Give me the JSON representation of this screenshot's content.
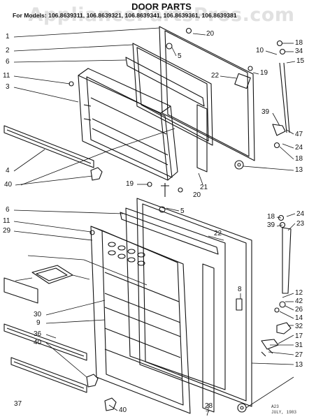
{
  "watermark": "AppliancePartsPros.com",
  "title": "DOOR PARTS",
  "models_line": "For Models: 106.8639311, 106.8639321, 106.8639341, 106.8639361, 106.8639381",
  "figure_number": "",
  "callouts": {
    "c1": "1",
    "c2": "2",
    "c6a": "6",
    "c11a": "11",
    "c3": "3",
    "c4": "4",
    "c40a": "40",
    "c20a": "20",
    "c5a": "5",
    "c22a": "22",
    "c19a": "19",
    "c18a": "18",
    "c34": "34",
    "c10": "10",
    "c15": "15",
    "c39a": "39",
    "c47": "47",
    "c24a": "24",
    "c18b": "18",
    "c13a": "13",
    "c19b": "19",
    "c21": "21",
    "c20b": "20",
    "c6b": "6",
    "c5b": "5",
    "c11b": "11",
    "c29": "29",
    "c22b": "22",
    "c18c": "18",
    "c39b": "39",
    "c24b": "24",
    "c23": "23",
    "c12": "12",
    "c42": "42",
    "c26": "26",
    "c14": "14",
    "c32": "32",
    "c17": "17",
    "c31": "31",
    "c27": "27",
    "c13b": "13",
    "c8": "8",
    "c30": "30",
    "c9": "9",
    "c36": "36",
    "c40b": "40",
    "c37": "37",
    "c40c": "40",
    "c28": "28",
    "c7": "7"
  },
  "corner_note_1": "A23",
  "corner_note_2": "JULY, 1983"
}
